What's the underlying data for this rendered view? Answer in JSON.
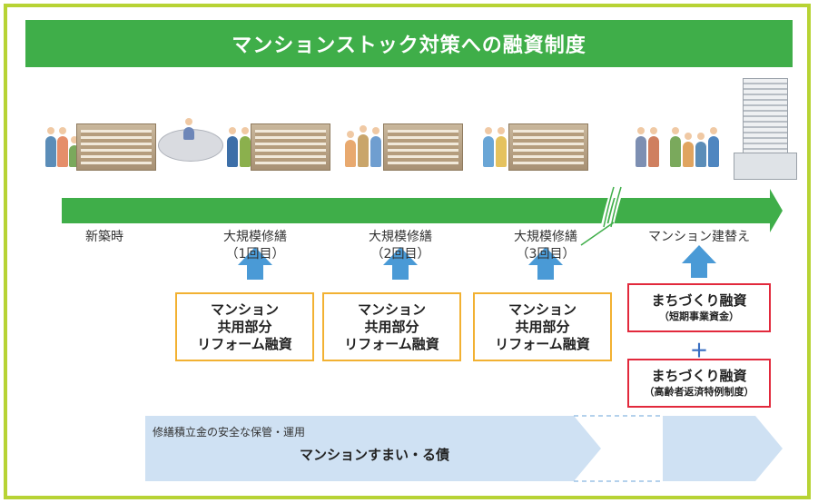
{
  "title": "マンションストック対策への融資制度",
  "timeline": {
    "stages": [
      {
        "label": "新築時"
      },
      {
        "label": "大規模修繕",
        "sub": "（1回目）"
      },
      {
        "label": "大規模修繕",
        "sub": "（2回目）"
      },
      {
        "label": "大規模修繕",
        "sub": "（3回目）"
      },
      {
        "label": "マンション建替え"
      }
    ]
  },
  "loans": {
    "reform": {
      "line1": "マンション",
      "line2": "共用部分",
      "line3": "リフォーム融資"
    },
    "machi1": {
      "main": "まちづくり融資",
      "sub": "（短期事業資金）"
    },
    "plus": "＋",
    "machi2": {
      "main": "まちづくり融資",
      "sub": "（高齢者返済特例制度）"
    }
  },
  "band": {
    "caption": "修繕積立金の安全な保管・運用",
    "title": "マンションすまい・る債"
  },
  "colors": {
    "title_bg": "#3fae49",
    "frame": "#b7d334",
    "timeline_arrow": "#3fae49",
    "up_arrow": "#4a9ad6",
    "reform_border": "#f2b132",
    "machi_border": "#e2293c",
    "band_fill": "#cfe1f3"
  }
}
